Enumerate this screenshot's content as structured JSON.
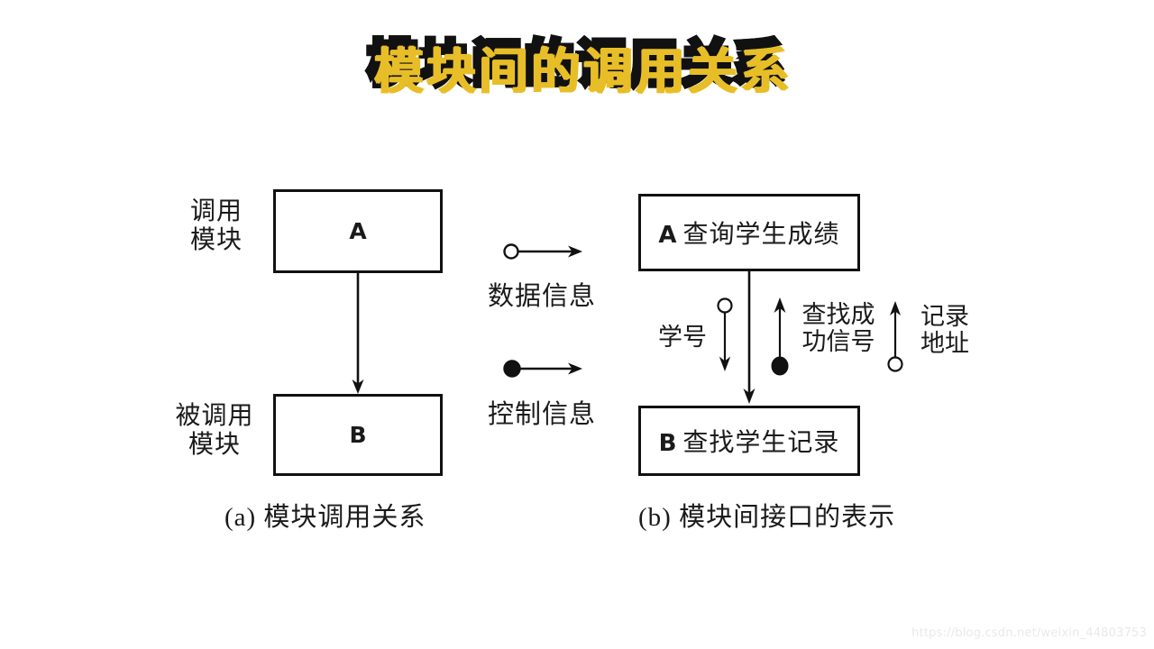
{
  "page": {
    "title": "模块间的调用关系",
    "title_fill_color": "#ffffff",
    "title_outline_color": "#111111",
    "title_shadow_color": "#e8be28",
    "background_color": "#ffffff",
    "ink_color": "#111111"
  },
  "diagram_a": {
    "caption": "(a)  模块调用关系",
    "caller_label_line1": "调用",
    "caller_label_line2": "模块",
    "callee_label_line1": "被调用",
    "callee_label_line2": "模块",
    "box_top": "A",
    "box_bottom": "B"
  },
  "legend": {
    "data_flow_label": "数据信息",
    "control_flow_label": "控制信息",
    "data_flow_marker": "hollow-circle-arrow-icon",
    "control_flow_marker": "filled-circle-arrow-icon"
  },
  "diagram_b": {
    "caption": "(b)  模块间接口的表示",
    "box_top_tag": "A",
    "box_top_text": "查询学生成绩",
    "box_bottom_tag": "B",
    "box_bottom_text": "查找学生记录",
    "flows": [
      {
        "label_line1": "学号",
        "label_line2": "",
        "marker": "hollow-circle",
        "direction": "down",
        "kind": "data"
      },
      {
        "label_line1": "查找成",
        "label_line2": "功信号",
        "marker": "filled-circle",
        "direction": "up",
        "kind": "control"
      },
      {
        "label_line1": "记录",
        "label_line2": "地址",
        "marker": "hollow-circle",
        "direction": "up",
        "kind": "data"
      }
    ]
  },
  "watermark": {
    "text": "https://blog.csdn.net/weixin_44803753"
  }
}
